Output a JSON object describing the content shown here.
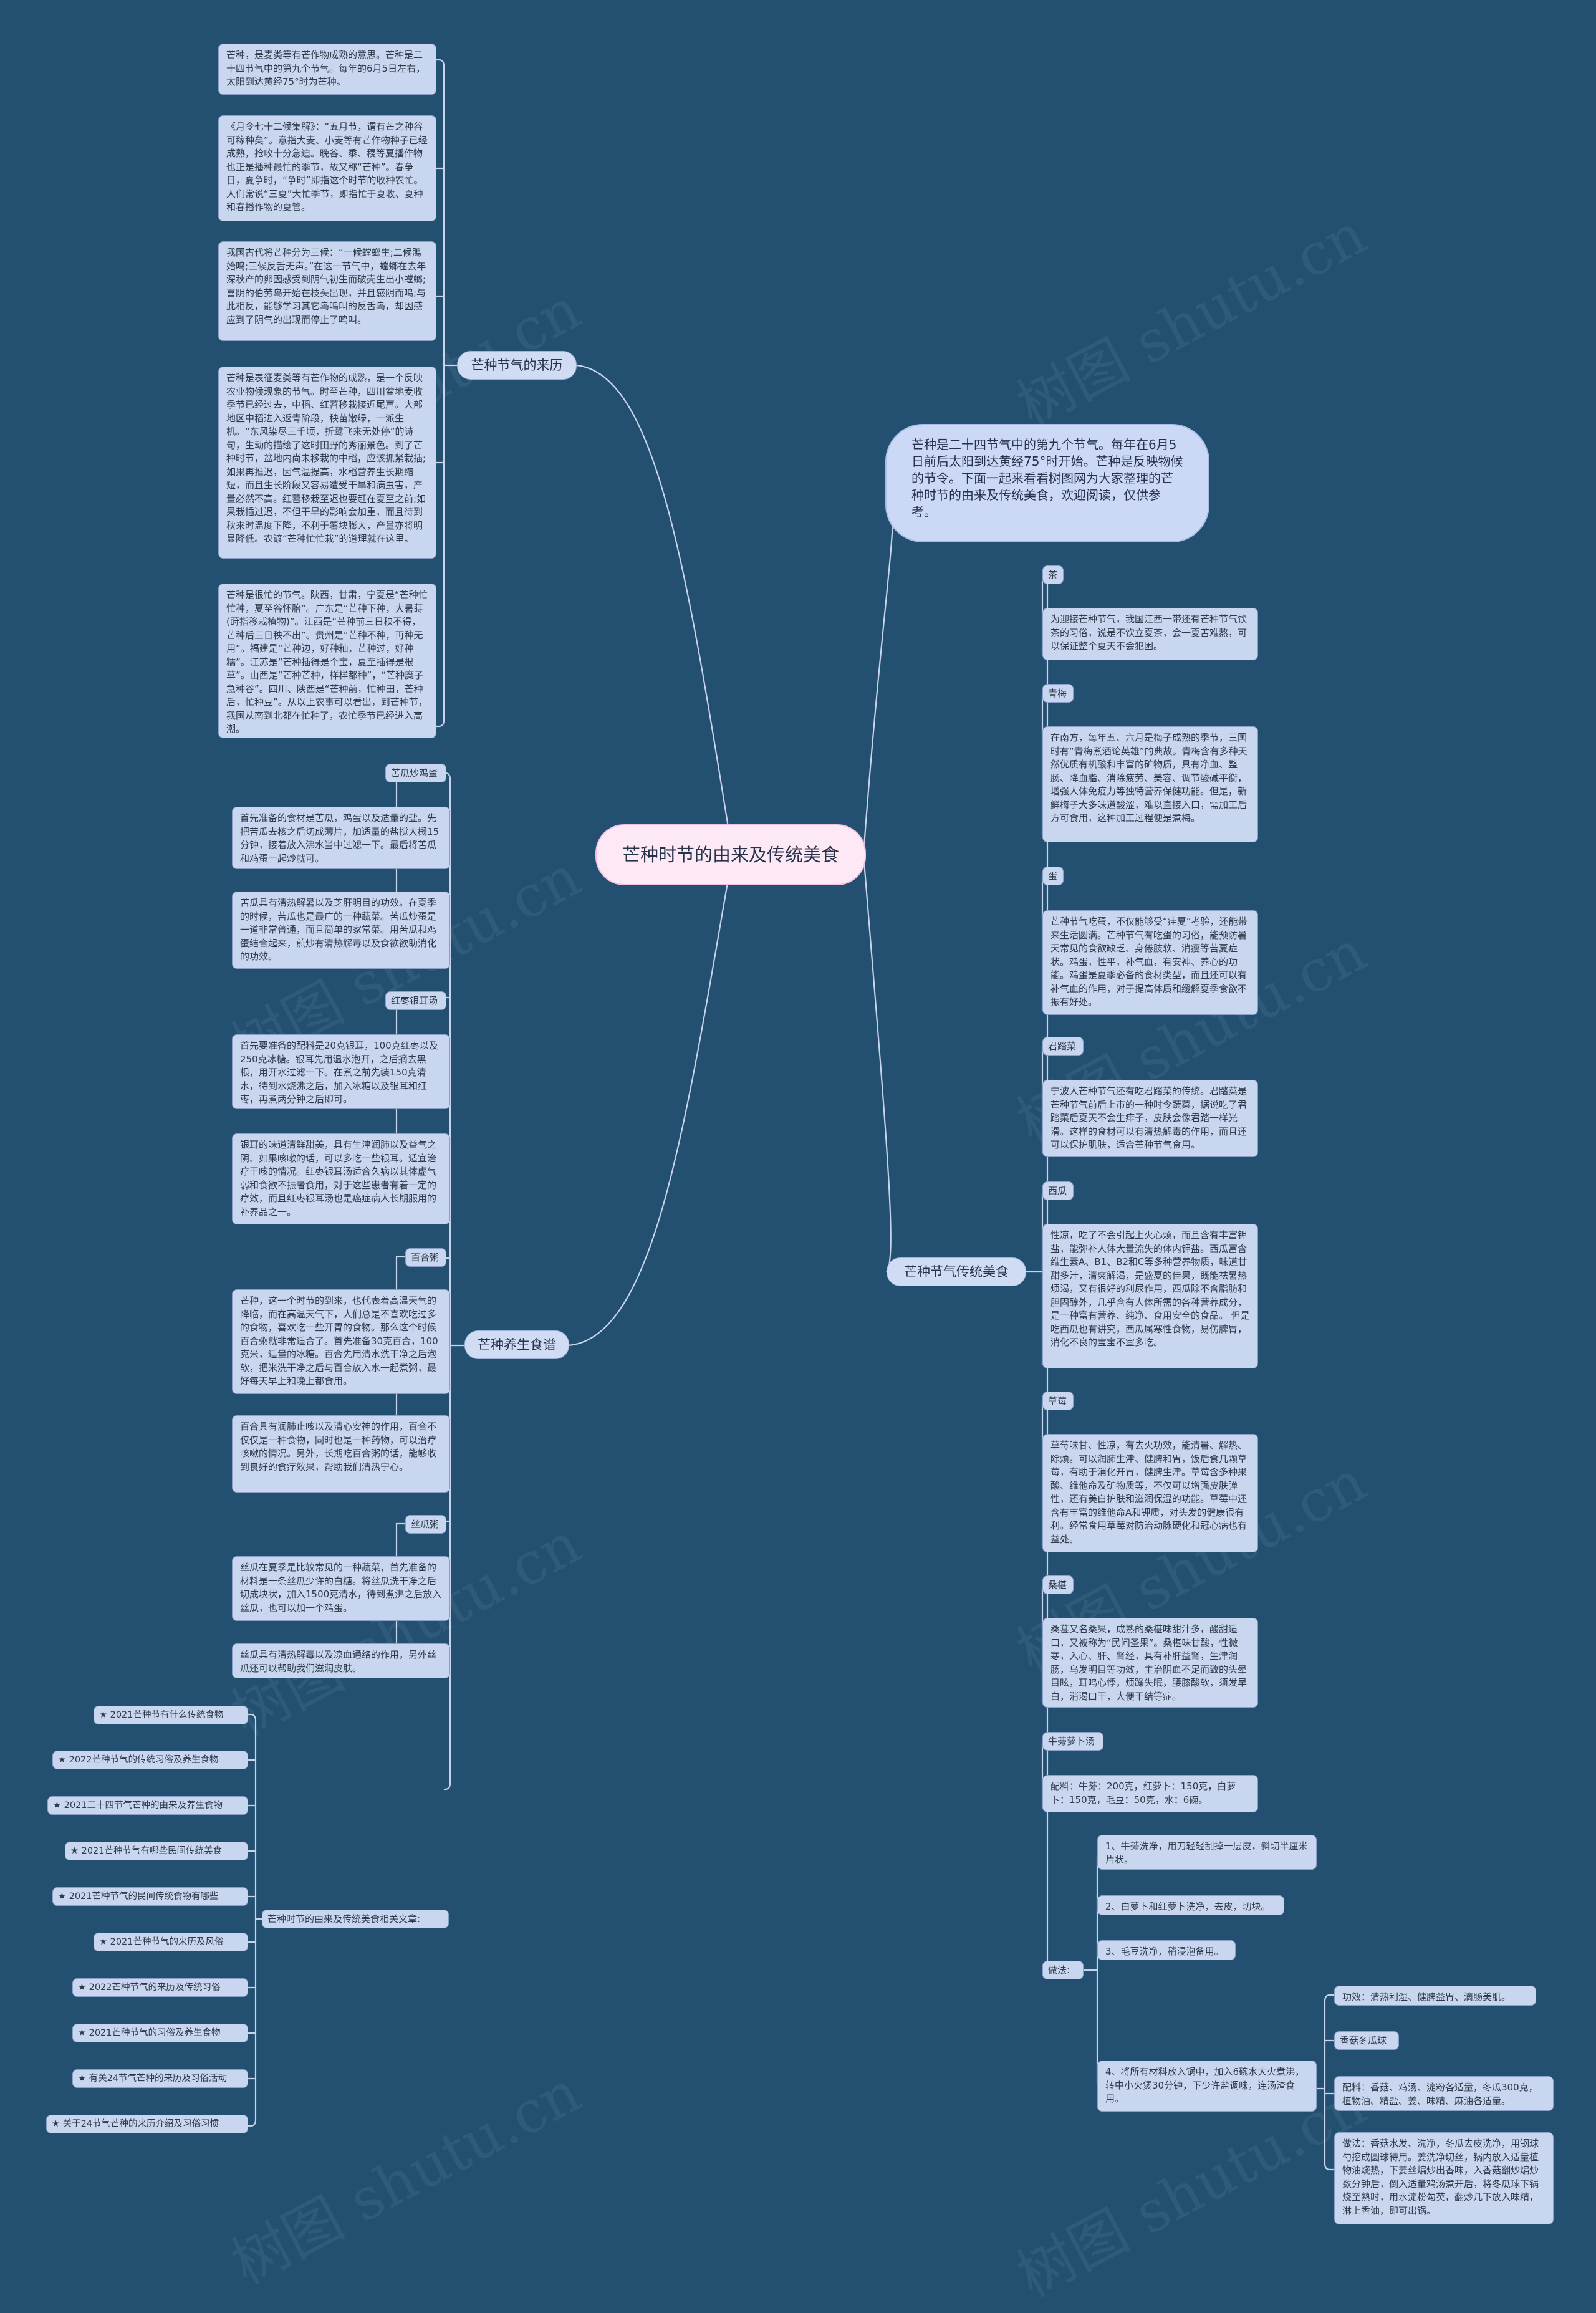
{
  "root": "芒种时节的由来及传统美食",
  "intro": "芒种是二十四节气中的第九个节气。每年在6月5日前后太阳到达黄经75°时开始。芒种是反映物候的节令。下面一起来看看树图网为大家整理的芒种时节的由来及传统美食，欢迎阅读，仅供参考。",
  "origin": {
    "label": "芒种节气的来历",
    "items": [
      "芒种，是麦类等有芒作物成熟的意思。芒种是二十四节气中的第九个节气。每年的6月5日左右，太阳到达黄经75°时为芒种。",
      "《月令七十二候集解》：“五月节，谓有芒之种谷可稼种矣”。意指大麦、小麦等有芒作物种子已经成熟，抢收十分急迫。晚谷、黍、稷等夏播作物也正是播种最忙的季节，故又称“芒种”。春争日，夏争时，“争时”即指这个时节的收种农忙。人们常说“三夏”大忙季节，即指忙于夏收、夏种和春播作物的夏管。",
      "我国古代将芒种分为三候：“一候螳螂生;二候鵙始鸣;三候反舌无声。”在这一节气中，螳螂在去年深秋产的卵因感受到阴气初生而破壳生出小螳螂;喜阴的伯劳鸟开始在枝头出现，并且感阴而鸣;与此相反，能够学习其它鸟鸣叫的反舌鸟，却因感应到了阴气的出现而停止了鸣叫。",
      "芒种是表征麦类等有芒作物的成熟，是一个反映农业物候现象的节气。时至芒种，四川盆地麦收季节已经过去，中稻、红苕移栽接近尾声。大部地区中稻进入返青阶段，秧苗嫩绿，一派生机。“东风染尽三千顷，折鹭飞来无处停”的诗句，生动的描绘了这时田野的秀丽景色。到了芒种时节，盆地内尚未移栽的中稻，应该抓紧栽插;如果再推迟，因气温提高，水稻营养生长期缩短，而且生长阶段又容易遭受干旱和病虫害，产量必然不高。红苕移栽至迟也要赶在夏至之前;如果栽插过迟，不但干旱的影响会加重，而且待到秋来时温度下降，不利于薯块膨大，产量亦将明显降低。农谚“芒种忙忙栽”的道理就在这里。",
      "芒种是很忙的节气。陕西，甘肃，宁夏是“芒种忙忙种，夏至谷怀胎”。广东是“芒种下种，大暑蒔(莳指移栽植物)”。江西是“芒种前三日秧不得，芒种后三日秧不出”。贵州是“芒种不种，再种无用”。福建是“芒种边，好种籼，芒种过，好种糯”。江苏是“芒种插得是个宝，夏至插得是根草”。山西是“芒种芒种，样样都种”，“芒种糜子急种谷”。四川、陕西是“芒种前，忙种田，芒种后，忙种豆”。从以上农事可以看出，到芒种节，我国从南到北都在忙种了，农忙季节已经进入高潮。"
    ]
  },
  "health": {
    "label": "芒种养生食谱",
    "items": [
      {
        "tag": "苦瓜炒鸡蛋",
        "paras": [
          "首先准备的食材是苦瓜，鸡蛋以及适量的盐。先把苦瓜去核之后切成薄片，加适量的盐搅大概15分钟，接着放入沸水当中过滤一下。最后将苦瓜和鸡蛋一起炒就可。",
          "苦瓜具有清热解暑以及芝肝明目的功效。在夏季的时候，苦瓜也是最广的一种蔬菜。苦瓜炒蛋是一道非常普通，而且简单的家常菜。用苦瓜和鸡蛋结合起来，煎炒有清热解毒以及食欲欲助消化的功效。"
        ]
      },
      {
        "tag": "红枣银耳汤",
        "paras": [
          "首先要准备的配料是20克银耳，100克红枣以及250克冰糖。银耳先用温水泡开，之后摘去黑根，用开水过滤一下。在煮之前先装150克清水，待到水烧沸之后，加入冰糖以及银耳和红枣，再煮两分钟之后即可。",
          "银耳的味道清鲜甜美，具有生津润肺以及益气之阴、如果咳嗽的话，可以多吃一些银耳。适宜治疗干咳的情况。红枣银耳汤适合久病以其体虚气弱和食欲不振者食用，对于这些患者有着一定的疗效，而且红枣银耳汤也是癌症病人长期服用的补养品之一。"
        ]
      },
      {
        "tag": "百合粥",
        "paras": [
          "芒种，这一个时节的到来，也代表着高温天气的降临，而在高温天气下，人们总是不喜欢吃过多的食物，喜欢吃一些开胃的食物。那么这个时候百合粥就非常适合了。首先准备30克百合，100克米，适量的冰糖。百合先用清水洗干净之后泡软，把米洗干净之后与百合放入水一起煮粥，最好每天早上和晚上都食用。",
          "百合具有润肺止咳以及清心安神的作用，百合不仅仅是一种食物，同时也是一种药物，可以治疗咳嗽的情况。另外，长期吃百合粥的话，能够收到良好的食疗效果，帮助我们清热宁心。"
        ]
      },
      {
        "tag": "丝瓜粥",
        "paras": [
          "丝瓜在夏季是比较常见的一种蔬菜，首先准备的材料是一条丝瓜少许的白糖。将丝瓜洗干净之后切成块状，加入1500克清水，待到煮沸之后放入丝瓜，也可以加一个鸡蛋。",
          "丝瓜具有清热解毒以及凉血通络的作用，另外丝瓜还可以帮助我们滋润皮肤。"
        ]
      }
    ]
  },
  "articles": {
    "label": "芒种时节的由来及传统美食相关文章:",
    "items": [
      "★ 2021芒种节有什么传统食物",
      "★ 2022芒种节气的传统习俗及养生食物",
      "★ 2021二十四节气芒种的由来及养生食物",
      "★ 2021芒种节气有哪些民间传统美食",
      "★ 2021芒种节气的民间传统食物有哪些",
      "★ 2021芒种节气的来历及风俗",
      "★ 2022芒种节气的来历及传统习俗",
      "★ 2021芒种节气的习俗及养生食物",
      "★ 有关24节气芒种的来历及习俗活动",
      "★ 关于24节气芒种的来历介绍及习俗习惯"
    ]
  },
  "food": {
    "label": "芒种节气传统美食",
    "items": [
      {
        "tag": "茶",
        "text": "为迎接芒种节气，我国江西一带还有芒种节气饮茶的习俗，说是不饮立夏茶，会一夏苦难熬，可以保证整个夏天不会犯困。"
      },
      {
        "tag": "青梅",
        "text": "在南方，每年五、六月是梅子成熟的季节，三国时有“青梅煮酒论英雄”的典故。青梅含有多种天然优质有机酸和丰富的矿物质，具有净血、整肠、降血脂、消除疲劳、美容、调节酸碱平衡，增强人体免疫力等独特营养保健功能。但是，新鲜梅子大多味道酸涩，难以直接入口，需加工后方可食用，这种加工过程便是煮梅。"
      },
      {
        "tag": "蛋",
        "text": "芒种节气吃蛋，不仅能够受“疰夏”考验，还能带来生活圆满。芒种节气有吃蛋的习俗，能预防暑天常见的食欲缺乏、身倦肢软、消瘦等苦夏症状。鸡蛋，性平，补气血，有安神、养心的功能。鸡蛋是夏季必备的食材类型，而且还可以有补气血的作用，对于提高体质和缓解夏季食欲不振有好处。"
      },
      {
        "tag": "君踏菜",
        "text": "宁波人芒种节气还有吃君踏菜的传统。君踏菜是芒种节气前后上市的一种时令蔬菜，据说吃了君踏菜后夏天不会生痱子，皮肤会像君踏一样光滑。这样的食材可以有清热解毒的作用，而且还可以保护肌肤，适合芒种节气食用。"
      },
      {
        "tag": "西瓜",
        "text": "性凉，吃了不会引起上火心烦，而且含有丰富钾盐，能弥补人体大量流失的体内钾盐。西瓜富含维生素A、B1、B2和C等多种营养物质，味道甘甜多汁，清爽解渴，是盛夏的佳果，既能祛暑热烦渴，又有很好的利尿作用，西瓜除不含脂肪和胆固醇外，几乎含有人体所需的各种营养成分，是一种富有营养、纯净、食用安全的食品。 但是吃西瓜也有讲究，西瓜属寒性食物，易伤脾胃，消化不良的宝宝不宜多吃。"
      },
      {
        "tag": "草莓",
        "text": "草莓味甘、性凉，有去火功效，能清暑、解热、除烦。可以润肺生津、健脾和胃，饭后食几颗草莓，有助于消化开胃，健脾生津。草莓含多种果酸、维他命及矿物质等，不仅可以增强皮肤弹性，还有美白护肤和滋润保湿的功能。草莓中还含有丰富的维他命A和钾质，对头发的健康很有利。经常食用草莓对防治动脉硬化和冠心病也有益处。"
      },
      {
        "tag": "桑椹",
        "text": "桑葚又名桑果，成熟的桑椹味甜汁多，酸甜适口，又被称为“民间圣果”。桑椹味甘酸，性微寒，入心、肝、肾经，具有补肝益肾，生津润肠，乌发明目等功效，主治阴血不足而致的头晕目眩，耳鸣心悸，烦躁失眠，腰膝酸软，须发早白，消渴口干，大便干结等症。"
      }
    ],
    "recipe": {
      "tag": "牛蒡萝卜汤",
      "ingredients": "配料：牛蒡：200克，红萝卜：150克，白萝卜：150克，毛豆：50克，水：6碗。",
      "method_label": "做法:",
      "steps": [
        "1、牛蒡洗净，用刀轻轻刮掉一层皮，斜切半厘米片状。",
        "2、白萝卜和红萝卜洗净，去皮，切块。",
        "3、毛豆洗净，稍浸泡备用。",
        "4、将所有材料放入锅中，加入6碗水大火煮沸，转中小火煲30分钟，下少许盐调味，连汤渣食用。"
      ],
      "sub": {
        "effect": "功效：清热利湿、健脾益胃、滴肠美肌。",
        "tag": "香菇冬瓜球",
        "ingredients": "配料：香菇、鸡汤、淀粉各适量，冬瓜300克，植物油、精盐、姜、味精、麻油各适量。",
        "method": "做法：香菇水发、洗净，冬瓜去皮洗净，用钢球勺挖成圆球待用。姜洗净切丝，锅内放入适量植物油烧热，下姜丝煸炒出香味，入香菇翻炒煸炒数分钟后，倒入适量鸡汤煮开后，将冬瓜球下锅烧至熟时，用水淀粉勾芡，翻炒几下放入味精，淋上香油，即可出锅。"
      }
    }
  },
  "watermark": "树图 shutu.cn",
  "colors": {
    "background": "#235071",
    "line": "#c7d3ea",
    "node": "#c9d6ef",
    "root": "#fde9f5"
  }
}
